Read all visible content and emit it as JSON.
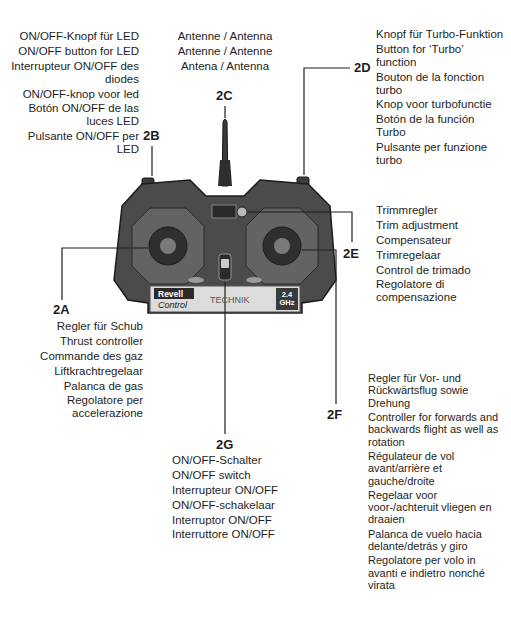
{
  "diagram": {
    "labels": [
      "2B",
      "ON/OFF-Knopf für LED",
      "ON/OFF button for LED",
      "Interrupteur ON/OFF des diodes",
      "ON/OFF-knop voor led",
      "Botón ON/OFF de las luces LED",
      "Pulsante ON/OFF per LED",
      "2C",
      "Antenne / Antenna",
      "Antenne / Antenne",
      "Antena / Antenna",
      "2D",
      "Knopf für Turbo-Funktion",
      "Button for ‘Turbo’ function",
      "Bouton de la fonction turbo",
      "Knop voor turbofunctie",
      "Botón de la función Turbo",
      "Pulsante per funzione turbo",
      "2E",
      "Trimmregler",
      "Trim adjustment",
      "Compensateur",
      "Trimregelaar",
      "Control de trimado",
      "Regolatore di compensazione",
      "2A",
      "Regler für Schub",
      "Thrust controller",
      "Commande des gaz",
      "Liftkrachtregelaar",
      "Palanca de gas",
      "Regolatore per accelerazione",
      "2G",
      "ON/OFF-Schalter",
      "ON/OFF switch",
      "Interrupteur ON/OFF",
      "ON/OFF-schakelaar",
      "Interruptor ON/OFF",
      "Interruttore ON/OFF",
      "2F",
      "Regler für Vor- und Rückwärtsflug sowie Drehung",
      "Controller for forwards and backwards flight as well as rotation",
      "Régulateur de vol avant/arrière et gauche/droite",
      "Regelaar voor voor-/achteruit vliegen en draaien",
      "Palanca de vuelo hacia delante/detrás y giro",
      "Regolatore per volo in avanti e indietro nonché virata",
      "Revell",
      "Control",
      "TECHNIK",
      "2.4 GHz"
    ]
  }
}
